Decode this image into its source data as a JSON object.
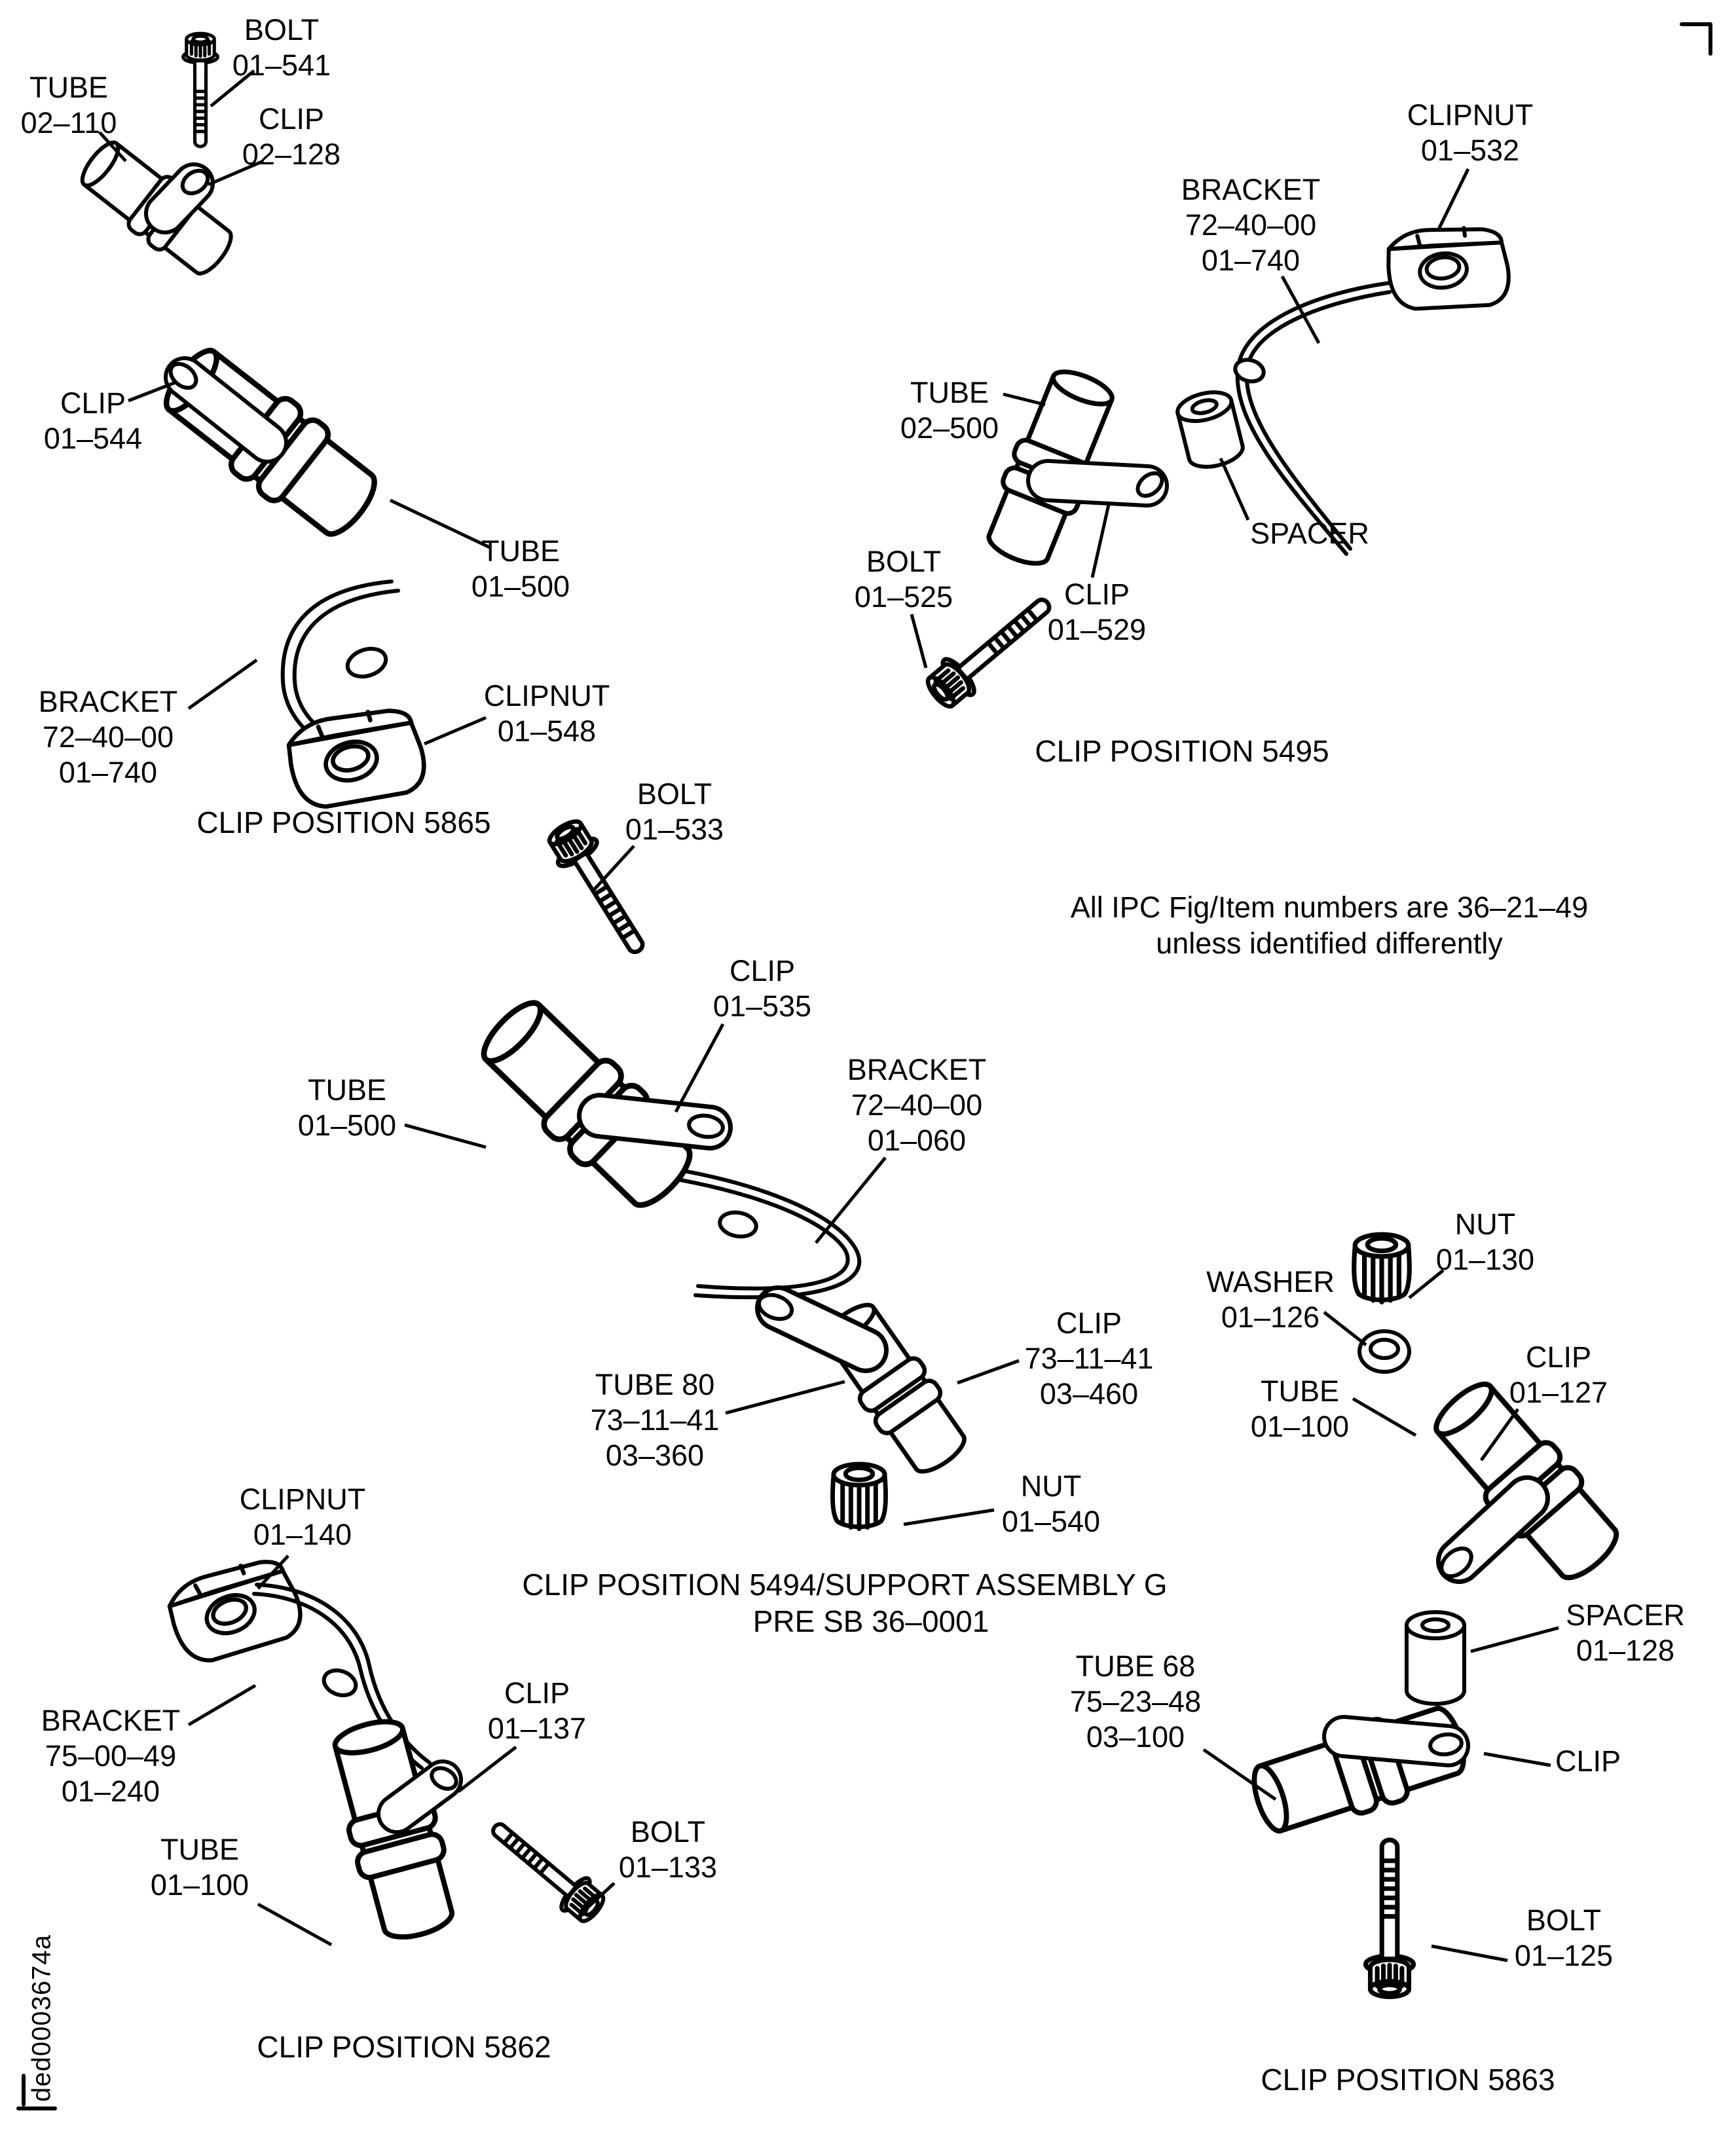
{
  "page": {
    "figure_code": "ded0003674a"
  },
  "note": {
    "line1": "All IPC Fig/Item numbers are 36–21–49",
    "line2": "unless identified differently"
  },
  "captions": {
    "pos5865": "CLIP POSITION 5865",
    "pos5495": "CLIP POSITION 5495",
    "pos5494_line1": "CLIP POSITION 5494/SUPPORT ASSEMBLY G",
    "pos5494_line2": "PRE SB 36–0001",
    "pos5862": "CLIP POSITION 5862",
    "pos5863": "CLIP POSITION 5863"
  },
  "labels": {
    "a_bolt": {
      "l1": "BOLT",
      "l2": "01–541"
    },
    "a_tube_top": {
      "l1": "TUBE",
      "l2": "02–110"
    },
    "a_clip_top": {
      "l1": "CLIP",
      "l2": "02–128"
    },
    "a_clip_mid": {
      "l1": "CLIP",
      "l2": "01–544"
    },
    "a_tube_mid": {
      "l1": "TUBE",
      "l2": "01–500"
    },
    "a_bracket": {
      "l1": "BRACKET",
      "l2": "72–40–00",
      "l3": "01–740"
    },
    "a_clipnut": {
      "l1": "CLIPNUT",
      "l2": "01–548"
    },
    "b_clipnut": {
      "l1": "CLIPNUT",
      "l2": "01–532"
    },
    "b_bracket": {
      "l1": "BRACKET",
      "l2": "72–40–00",
      "l3": "01–740"
    },
    "b_tube": {
      "l1": "TUBE",
      "l2": "02–500"
    },
    "b_spacer": {
      "l1": "SPACER"
    },
    "b_bolt": {
      "l1": "BOLT",
      "l2": "01–525"
    },
    "b_clip": {
      "l1": "CLIP",
      "l2": "01–529"
    },
    "c_bolt": {
      "l1": "BOLT",
      "l2": "01–533"
    },
    "c_clip": {
      "l1": "CLIP",
      "l2": "01–535"
    },
    "c_tube": {
      "l1": "TUBE",
      "l2": "01–500"
    },
    "c_bracket": {
      "l1": "BRACKET",
      "l2": "72–40–00",
      "l3": "01–060"
    },
    "c_clip2": {
      "l1": "CLIP",
      "l2": "73–11–41",
      "l3": "03–460"
    },
    "c_tube80": {
      "l1": "TUBE 80",
      "l2": "73–11–41",
      "l3": "03–360"
    },
    "c_nut": {
      "l1": "NUT",
      "l2": "01–540"
    },
    "d_nut": {
      "l1": "NUT",
      "l2": "01–130"
    },
    "d_washer": {
      "l1": "WASHER",
      "l2": "01–126"
    },
    "d_clip": {
      "l1": "CLIP",
      "l2": "01–127"
    },
    "d_tube": {
      "l1": "TUBE",
      "l2": "01–100"
    },
    "d_spacer": {
      "l1": "SPACER",
      "l2": "01–128"
    },
    "d_tube68": {
      "l1": "TUBE 68",
      "l2": "75–23–48",
      "l3": "03–100"
    },
    "d_clip2": {
      "l1": "CLIP"
    },
    "d_bolt": {
      "l1": "BOLT",
      "l2": "01–125"
    },
    "e_clipnut": {
      "l1": "CLIPNUT",
      "l2": "01–140"
    },
    "e_bracket": {
      "l1": "BRACKET",
      "l2": "75–00–49",
      "l3": "01–240"
    },
    "e_clip": {
      "l1": "CLIP",
      "l2": "01–137"
    },
    "e_tube": {
      "l1": "TUBE",
      "l2": "01–100"
    },
    "e_bolt": {
      "l1": "BOLT",
      "l2": "01–133"
    }
  }
}
